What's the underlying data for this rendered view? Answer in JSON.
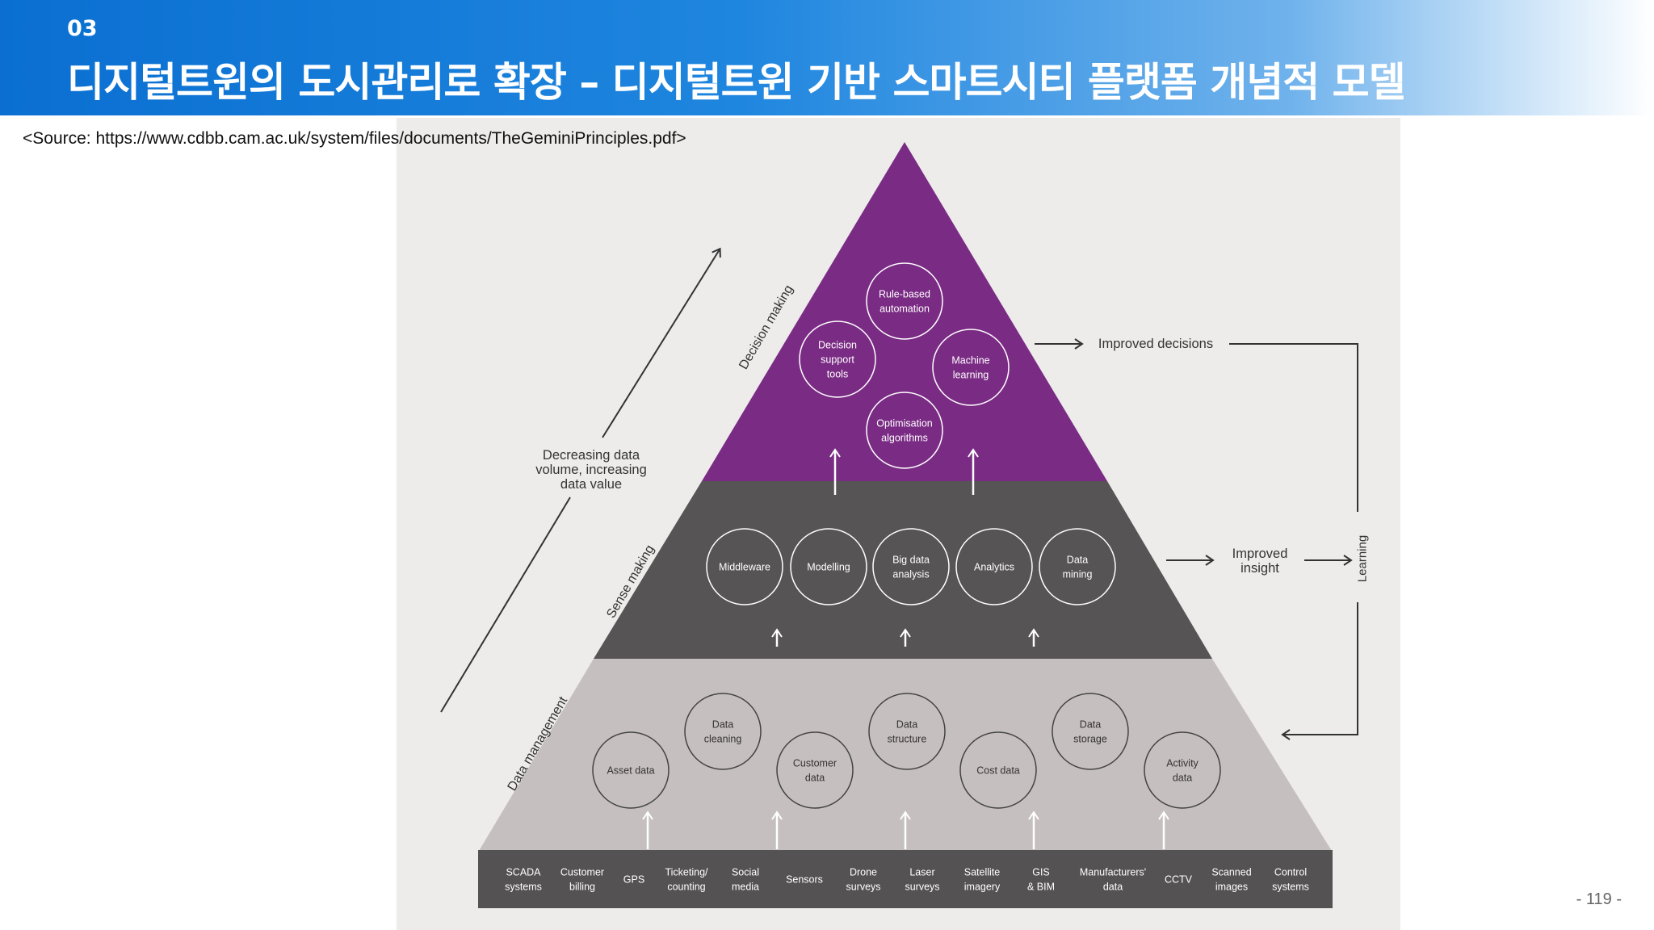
{
  "header": {
    "section": "03",
    "title": "디지털트윈의 도시관리로 확장 – 디지털트윈 기반 스마트시티 플랫폼 개념적 모델"
  },
  "source": "<Source: https://www.cdbb.cam.ac.uk/system/files/documents/TheGeminiPrinciples.pdf>",
  "page_number": "- 119 -",
  "diagram": {
    "colors": {
      "top": "#7a2b84",
      "middle": "#565455",
      "bottom": "#c6bfbf",
      "base": "#555253",
      "background": "#edeceb"
    },
    "layers": {
      "decision": {
        "label": "Decision making",
        "nodes": [
          "Rule-based\nautomation",
          "Decision\nsupport\ntools",
          "Machine\nlearning",
          "Optimisation\nalgorithms"
        ]
      },
      "sense": {
        "label": "Sense making",
        "nodes": [
          "Middleware",
          "Modelling",
          "Big data\nanalysis",
          "Analytics",
          "Data\nmining"
        ]
      },
      "data": {
        "label": "Data management",
        "nodes": [
          "Asset data",
          "Data\ncleaning",
          "Customer\ndata",
          "Data\nstructure",
          "Cost data",
          "Data\nstorage",
          "Activity\ndata"
        ]
      }
    },
    "sources": [
      "SCADA\nsystems",
      "Customer\nbilling",
      "GPS",
      "Ticketing/\ncounting",
      "Social\nmedia",
      "Sensors",
      "Drone\nsurveys",
      "Laser\nsurveys",
      "Satellite\nimagery",
      "GIS\n& BIM",
      "Manufacturers'\ndata",
      "CCTV",
      "Scanned\nimages",
      "Control\nsystems"
    ],
    "side_label": "Decreasing data\nvolume, increasing\ndata value",
    "outputs": {
      "decisions": "Improved decisions",
      "insight": "Improved\ninsight",
      "learning": "Learning"
    }
  }
}
